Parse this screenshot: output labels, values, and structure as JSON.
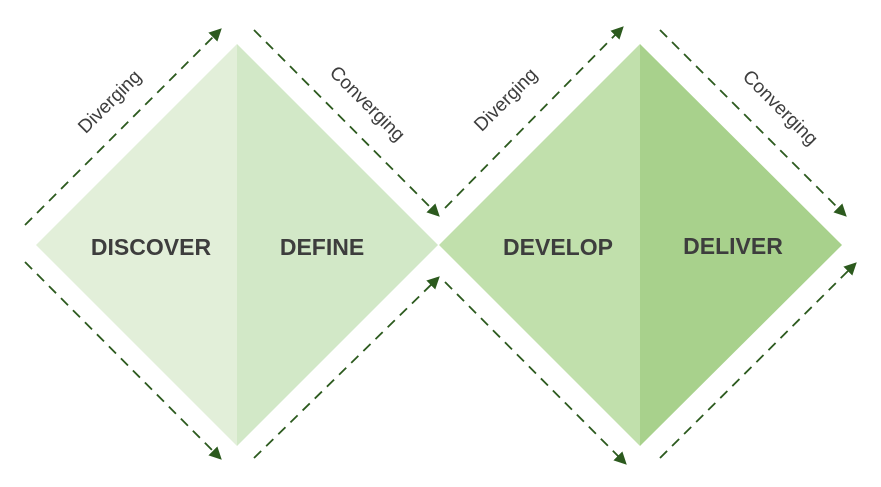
{
  "diamonds": [
    {
      "left_phase": "DISCOVER",
      "right_phase": "DEFINE",
      "left_color": "#e2efd9",
      "right_color": "#d2e8c7"
    },
    {
      "left_phase": "DEVELOP",
      "right_phase": "DELIVER",
      "left_color": "#c1e0ac",
      "right_color": "#a8d18c"
    }
  ],
  "flow_labels": {
    "diverging_1": "Diverging",
    "converging_1": "Converging",
    "diverging_2": "Diverging",
    "converging_2": "Converging"
  },
  "arrow_color": "#2c5a1e",
  "text_color": "#3d3d3d"
}
